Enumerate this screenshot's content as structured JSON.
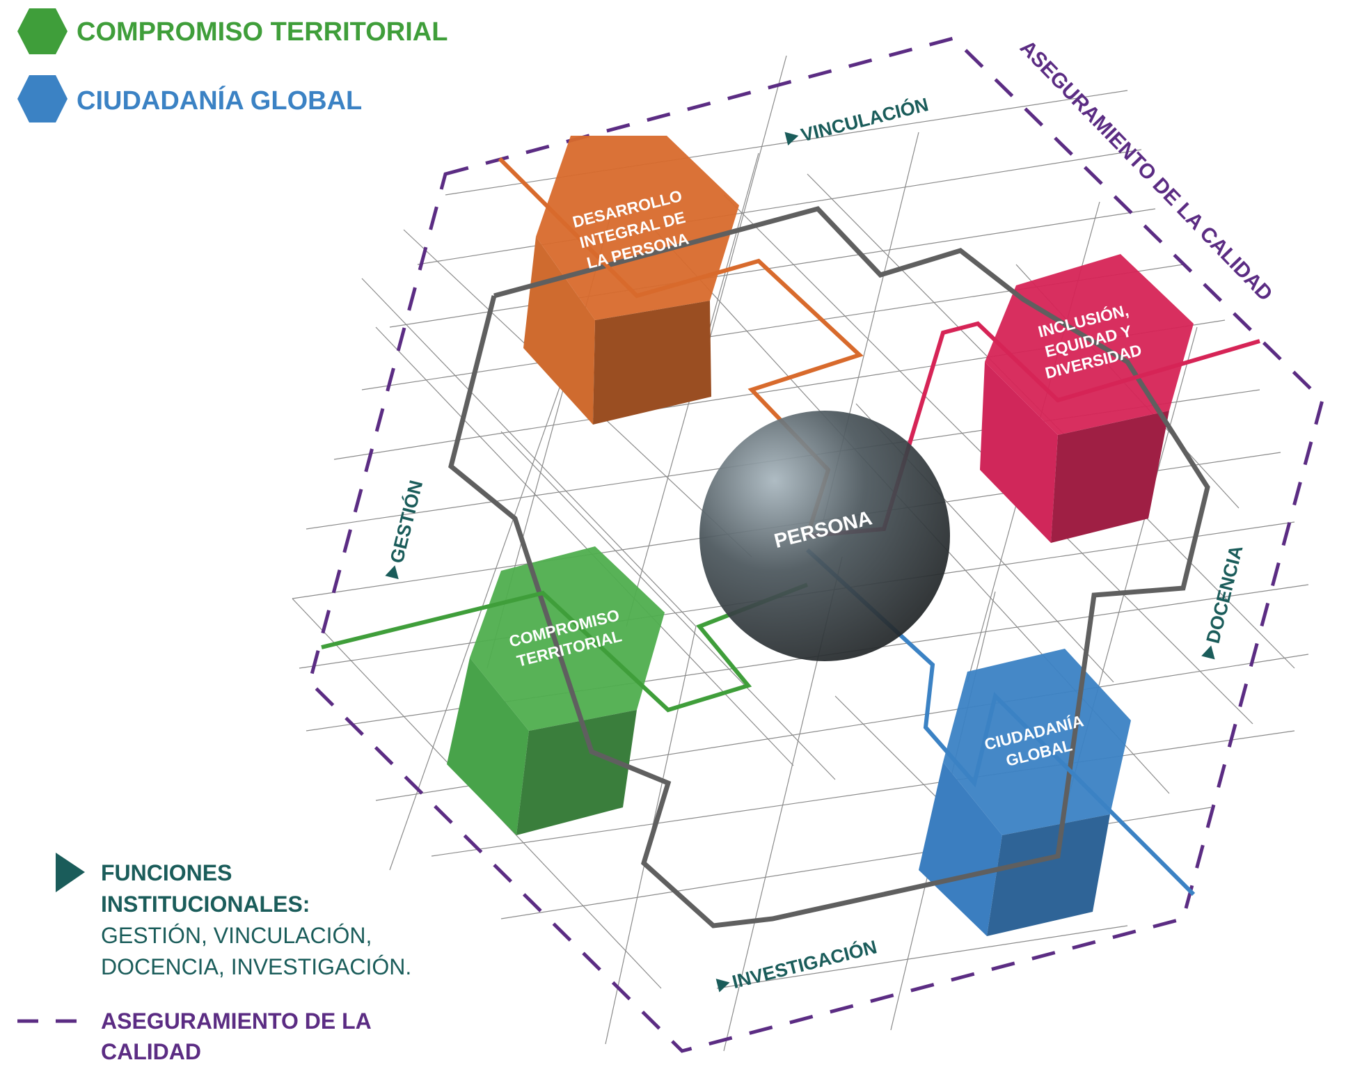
{
  "colors": {
    "territorial": "#3f9e3a",
    "ciudadania": "#3b82c4",
    "desarrollo": "#d86a2c",
    "inclusion": "#d62456",
    "funciones": "#1a5c5a",
    "calidad": "#5b2c83",
    "path": "#5f5f5f"
  },
  "top_legend": {
    "compromiso": "COMPROMISO TERRITORIAL",
    "ciudadania": "CIUDADANÍA GLOBAL"
  },
  "blocks": {
    "desarrollo": [
      "DESARROLLO",
      "INTEGRAL DE",
      "LA PERSONA"
    ],
    "inclusion": [
      "INCLUSIÓN,",
      "EQUIDAD Y",
      "DIVERSIDAD"
    ],
    "compromiso": [
      "COMPROMISO",
      "TERRITORIAL"
    ],
    "ciudadania": [
      "CIUDADANÍA",
      "GLOBAL"
    ]
  },
  "center": {
    "label": "PERSONA"
  },
  "functions": {
    "vinculacion": "VINCULACIÓN",
    "gestion": "GESTIÓN",
    "docencia": "DOCENCIA",
    "investigacion": "INVESTIGACIÓN"
  },
  "quality_label": "ASEGURAMIENTO DE LA CALIDAD",
  "bottom_legend": {
    "funciones_title_1": "FUNCIONES",
    "funciones_title_2": "INSTITUCIONALES:",
    "funciones_list_1": "GESTIÓN, VINCULACIÓN,",
    "funciones_list_2": "DOCENCIA, INVESTIGACIÓN.",
    "calidad_1": "ASEGURAMIENTO DE LA",
    "calidad_2": "CALIDAD"
  }
}
